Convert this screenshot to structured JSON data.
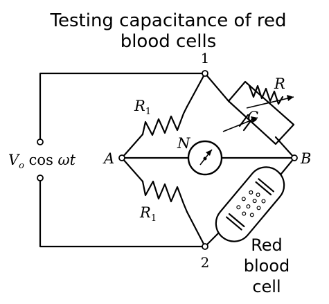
{
  "title": {
    "line1": "Testing capacitance of red",
    "line2": "blood cells"
  },
  "nodes": {
    "top": "1",
    "bottom": "2",
    "left": "A",
    "right": "B"
  },
  "components": {
    "r1_upper": {
      "base": "R",
      "sub": "1"
    },
    "r1_lower": {
      "base": "R",
      "sub": "1"
    },
    "r_variable": "R",
    "c_variable": "C",
    "galvanometer": "N"
  },
  "source": {
    "v": "V",
    "v_sub": "o",
    "rest": " cos ",
    "omega_t": "ωt"
  },
  "cell_label": {
    "line1": "Red",
    "line2": "blood",
    "line3": "cell"
  }
}
